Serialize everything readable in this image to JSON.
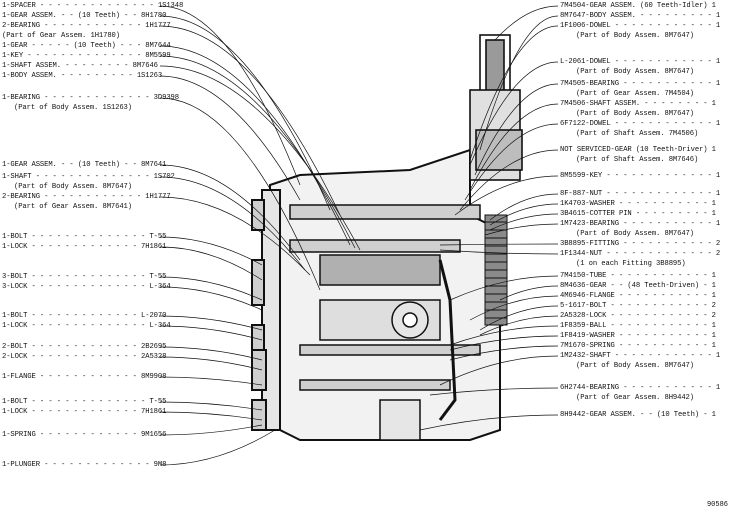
{
  "figure_number": "90586",
  "left_labels": [
    "1-SPACER - - - - - - - - - - - - - - 1S1348",
    "1-GEAR ASSEM. - - (10 Teeth) - - 8H1780",
    "2-BEARING - - - - - - - - - - - - 1H1777",
    "(Part of Gear Assem. 1H1780)",
    "1-GEAR - - - - - (10 Teeth) - - - 8M7644",
    "1-KEY - - - - - - - - - - - - - - 8M5599",
    "1-SHAFT ASSEM. - - - - - - - - 8M7646",
    "1-BODY ASSEM. - - - - - - - - - 1S1263",
    "1-BEARING - - - - - - - - - - - - - 3D9398",
    "(Part of Body Assem. 1S1263)",
    "1-GEAR ASSEM. - - (10 Teeth) - - 8M7641",
    "1-SHAFT - - - - - - - - - - - - - - 1S702",
    "(Part of Body Assem. 8M7647)",
    "2-BEARING - - - - - - - - - - - - 1H1777",
    "(Part of Gear Assem. 8M7641)",
    "1-BOLT - - - - - - - - - - - - - - T-55",
    "1-LOCK - - - - - - - - - - - - - 7H1861",
    "3-BOLT - - - - - - - - - - - - - - T-55",
    "3-LOCK - - - - - - - - - - - - - - L-364",
    "1-BOLT - - - - - - - - - - - - - L-2070",
    "1-LOCK - - - - - - - - - - - - - - L-364",
    "2-BOLT - - - - - - - - - - - - - 2B2695",
    "2-LOCK - - - - - - - - - - - - - 2A5328",
    "1-FLANGE - - - - - - - - - - - - 8M9908",
    "1-BOLT - - - - - - - - - - - - - - T-55",
    "1-LOCK - - - - - - - - - - - - - 7H1861",
    "1-SPRING - - - - - - - - - - - - 9M1656",
    "1-PLUNGER - - - - - - - - - - - - - 9M8"
  ],
  "right_labels": [
    "7M4504-GEAR ASSEM. (60 Teeth-Idler) 1",
    "8M7647-BODY ASSEM. - - - - - - - - - 1",
    "1F1006-DOWEL - - - - - - - - - - - - 1",
    "(Part of Body Assem. 8M7647)",
    "L-2061-DOWEL - - - - - - - - - - - - 1",
    "(Part of Body Assem. 8M7647)",
    "7M4505-BEARING - - - - - - - - - - - 1",
    "(Part of Gear Assem. 7M4504)",
    "7M4506-SHAFT ASSEM. - - - - - - - - 1",
    "(Part of Body Assem. 8M7647)",
    "6F7122-DOWEL - - - - - - - - - - - - 1",
    "(Part of Shaft Assem. 7M4506)",
    "NOT SERVICED-GEAR (10 Teeth-Driver) 1",
    "(Part of Shaft Assem. 8M7646)",
    "8M5599-KEY - - - - - - - - - - - - - 1",
    "8F-887-NUT - - - - - - - - - - - - - 1",
    "1K4703-WASHER - - - - - - - - - - - 1",
    "3B4615-COTTER PIN - - - - - - - - - 1",
    "1M7423-BEARING - - - - - - - - - - - 1",
    "(Part of Body Assem. 8M7647)",
    "3B8895-FITTING - - - - - - - - - - - 2",
    "1F1344-NUT - - - - - - - - - - - - - 2",
    "(1 on each Fitting 3B8895)",
    "7M4150-TUBE - - - - - - - - - - - - 1",
    "8M4636-GEAR - - (48 Teeth-Driven) - 1",
    "4M6946-FLANGE - - - - - - - - - - - 1",
    "5-1617-BOLT - - - - - - - - - - - - 2",
    "2A5328-LOCK - - - - - - - - - - - - 2",
    "1F8359-BALL - - - - - - - - - - - - 1",
    "1F8419-WASHER - - - - - - - - - - - 1",
    "7M1670-SPRING - - - - - - - - - - - 1",
    "1M2432-SHAFT - - - - - - - - - - - - 1",
    "(Part of Body Assem. 8M7647)",
    "6H2744-BEARING - - - - - - - - - - - 1",
    "(Part of Gear Assem. 8H9442)",
    "8H9442-GEAR ASSEM. - - (10 Teeth) - 1"
  ]
}
